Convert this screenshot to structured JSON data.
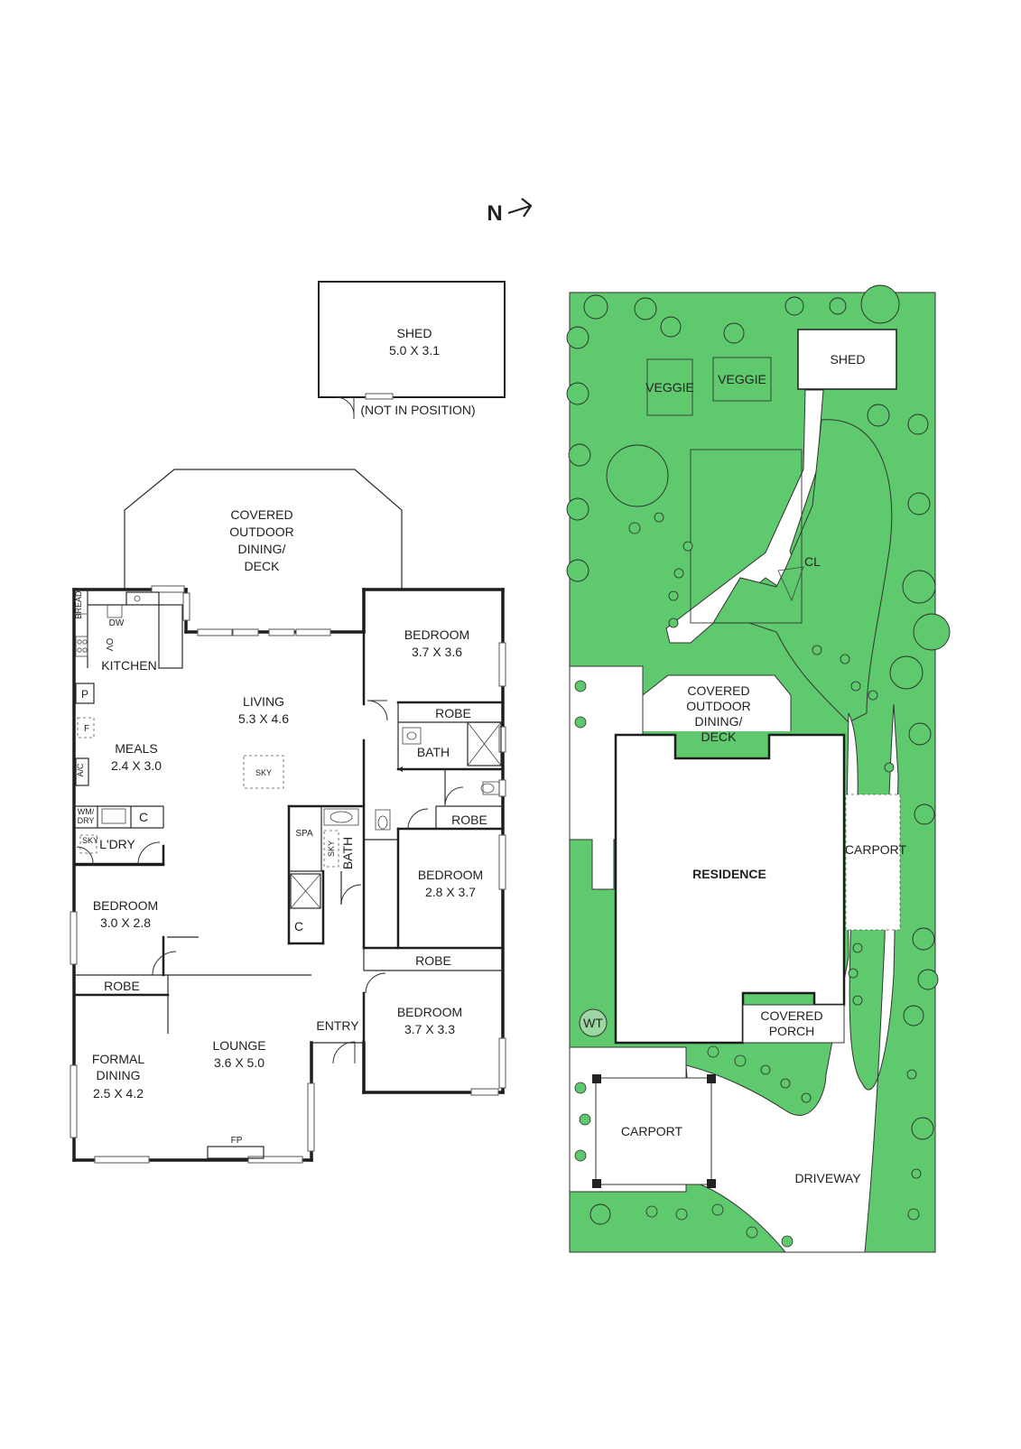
{
  "north": {
    "label": "N"
  },
  "floorplan": {
    "shed": {
      "name": "SHED",
      "dims": "5.0 X 3.1",
      "note": "(NOT IN POSITION)"
    },
    "covered_outdoor": {
      "lines": [
        "COVERED",
        "OUTDOOR",
        "DINING/",
        "DECK"
      ]
    },
    "kitchen": {
      "name": "KITCHEN"
    },
    "fixtures": {
      "bread": "BREAD",
      "dw": "DW",
      "ov": "OV",
      "pantry": "P",
      "fridge": "F",
      "ac": "A/C",
      "wm_dry": [
        "WM/",
        "DRY"
      ],
      "c_laundry": "C",
      "sky_laundry": "SKY",
      "sky_living": "SKY",
      "sky_bath": "SKY",
      "spa": "SPA",
      "c_bath": "C",
      "fp": "FP"
    },
    "living": {
      "name": "LIVING",
      "dims": "5.3 X 4.6"
    },
    "meals": {
      "name": "MEALS",
      "dims": "2.4 X 3.0"
    },
    "laundry": {
      "name": "L'DRY"
    },
    "bedroom1": {
      "name": "BEDROOM",
      "dims": "3.7 X 3.6"
    },
    "robe1": {
      "name": "ROBE"
    },
    "bath_ensuite": {
      "name": "BATH"
    },
    "robe2": {
      "name": "ROBE"
    },
    "bath_main": {
      "name": "BATH"
    },
    "bedroom2": {
      "name": "BEDROOM",
      "dims": "2.8 X 3.7"
    },
    "bedroom3": {
      "name": "BEDROOM",
      "dims": "3.0 X 2.8"
    },
    "robe3": {
      "name": "ROBE"
    },
    "robe4": {
      "name": "ROBE"
    },
    "entry": {
      "name": "ENTRY"
    },
    "bedroom4": {
      "name": "BEDROOM",
      "dims": "3.7 X 3.3"
    },
    "lounge": {
      "name": "LOUNGE",
      "dims": "3.6 X 5.0"
    },
    "formal_dining": {
      "lines": [
        "FORMAL",
        "DINING"
      ],
      "dims": "2.5 X 4.2"
    }
  },
  "siteplan": {
    "shed": "SHED",
    "veggie1": "VEGGIE",
    "veggie2": "VEGGIE",
    "cl": "CL",
    "covered_outdoor": [
      "COVERED",
      "OUTDOOR",
      "DINING/",
      "DECK"
    ],
    "residence": "RESIDENCE",
    "carport_side": "CARPORT",
    "wt": "WT",
    "covered_porch": [
      "COVERED",
      "PORCH"
    ],
    "carport_front": "CARPORT",
    "driveway": "DRIVEWAY"
  },
  "colors": {
    "lawn": "#5fc96e",
    "walls": "#1e1e1e",
    "background": "#ffffff"
  }
}
